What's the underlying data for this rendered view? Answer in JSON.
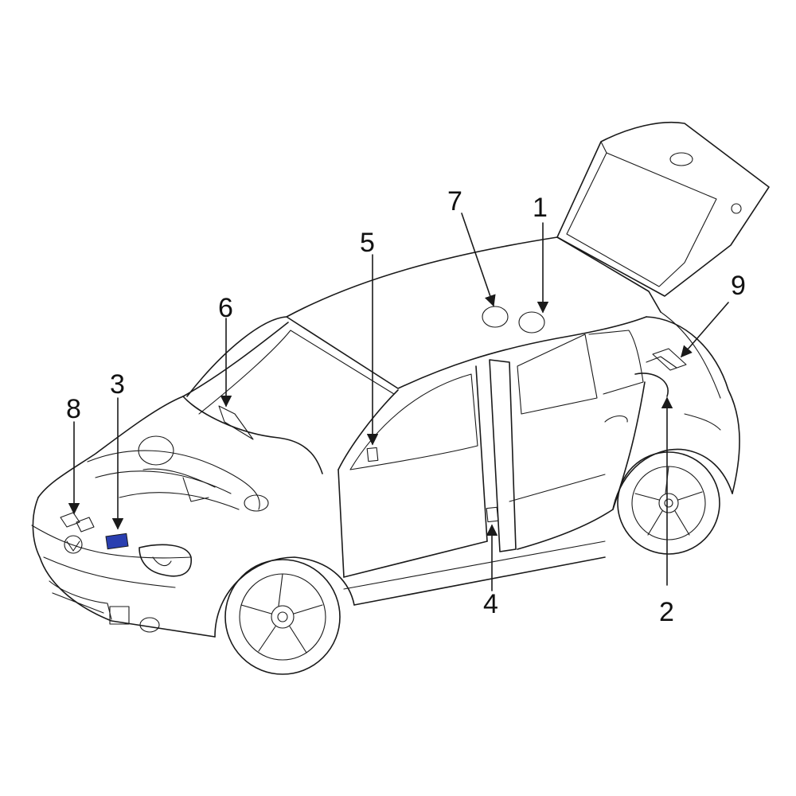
{
  "callouts": [
    {
      "id": "1",
      "text": "1"
    },
    {
      "id": "2",
      "text": "2"
    },
    {
      "id": "3",
      "text": "3"
    },
    {
      "id": "4",
      "text": "4"
    },
    {
      "id": "5",
      "text": "5"
    },
    {
      "id": "6",
      "text": "6"
    },
    {
      "id": "7",
      "text": "7"
    },
    {
      "id": "8",
      "text": "8"
    },
    {
      "id": "9",
      "text": "9"
    }
  ],
  "colors": {
    "highlight": "#2a3fb0",
    "line": "#1a1a1a",
    "background": "#ffffff"
  }
}
